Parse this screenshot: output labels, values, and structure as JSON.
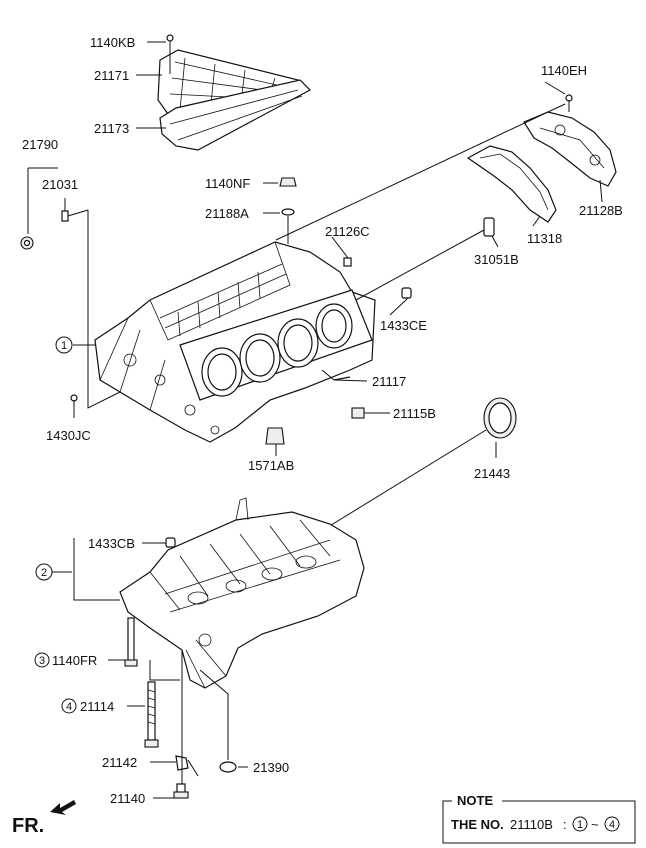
{
  "callouts": {
    "p1140kb": "1140KB",
    "p21171": "21171",
    "p21173": "21173",
    "p1140eh": "1140EH",
    "p21790": "21790",
    "p21031": "21031",
    "p1140nf": "1140NF",
    "p21188a": "21188A",
    "p21126c": "21126C",
    "p31051b": "31051B",
    "p11318": "11318",
    "p21128b": "21128B",
    "p1433ce": "1433CE",
    "p21117": "21117",
    "p21115b": "21115B",
    "p1430jc": "1430JC",
    "p1571ab": "1571AB",
    "p21443": "21443",
    "p1433cb": "1433CB",
    "p1140fr": "1140FR",
    "p21114": "21114",
    "p21142": "21142",
    "p21390": "21390",
    "p21140": "21140"
  },
  "circled": {
    "c1": "1",
    "c2": "2",
    "c3": "3",
    "c4": "4"
  },
  "direction": {
    "label": "FR."
  },
  "note": {
    "title": "NOTE",
    "prefix": "THE NO.",
    "part_no": "21110B",
    "colon": ":",
    "from": "1",
    "tilde": "~",
    "to": "4"
  }
}
